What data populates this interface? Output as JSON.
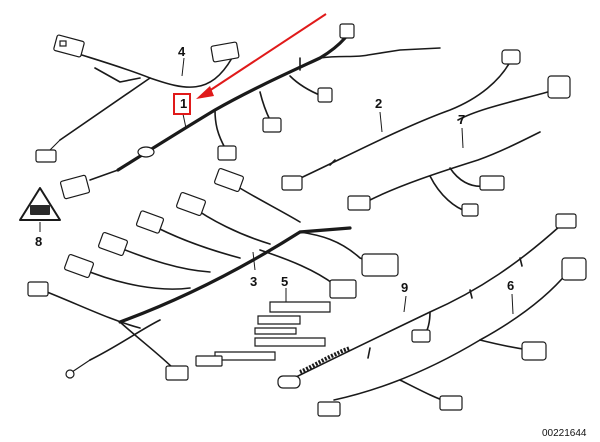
{
  "callouts": {
    "c1": "1",
    "c2": "2",
    "c3": "3",
    "c4": "4",
    "c5": "5",
    "c6": "6",
    "c7": "7",
    "c8": "8",
    "c9": "9"
  },
  "reference_number": "00221644",
  "warning_symbol_text": "⚠",
  "colors": {
    "highlight": "#e01a1a",
    "line": "#1a1a1a"
  }
}
